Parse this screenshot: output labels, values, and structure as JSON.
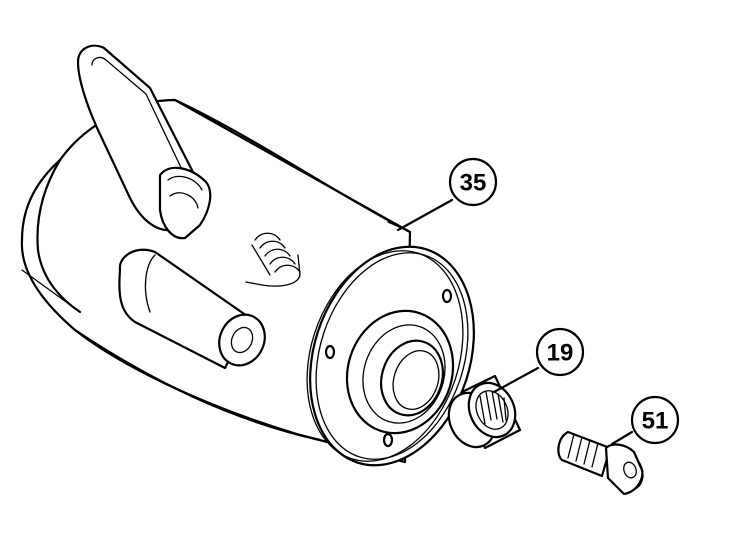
{
  "callouts": [
    {
      "number": "35"
    },
    {
      "number": "19"
    },
    {
      "number": "51"
    }
  ]
}
